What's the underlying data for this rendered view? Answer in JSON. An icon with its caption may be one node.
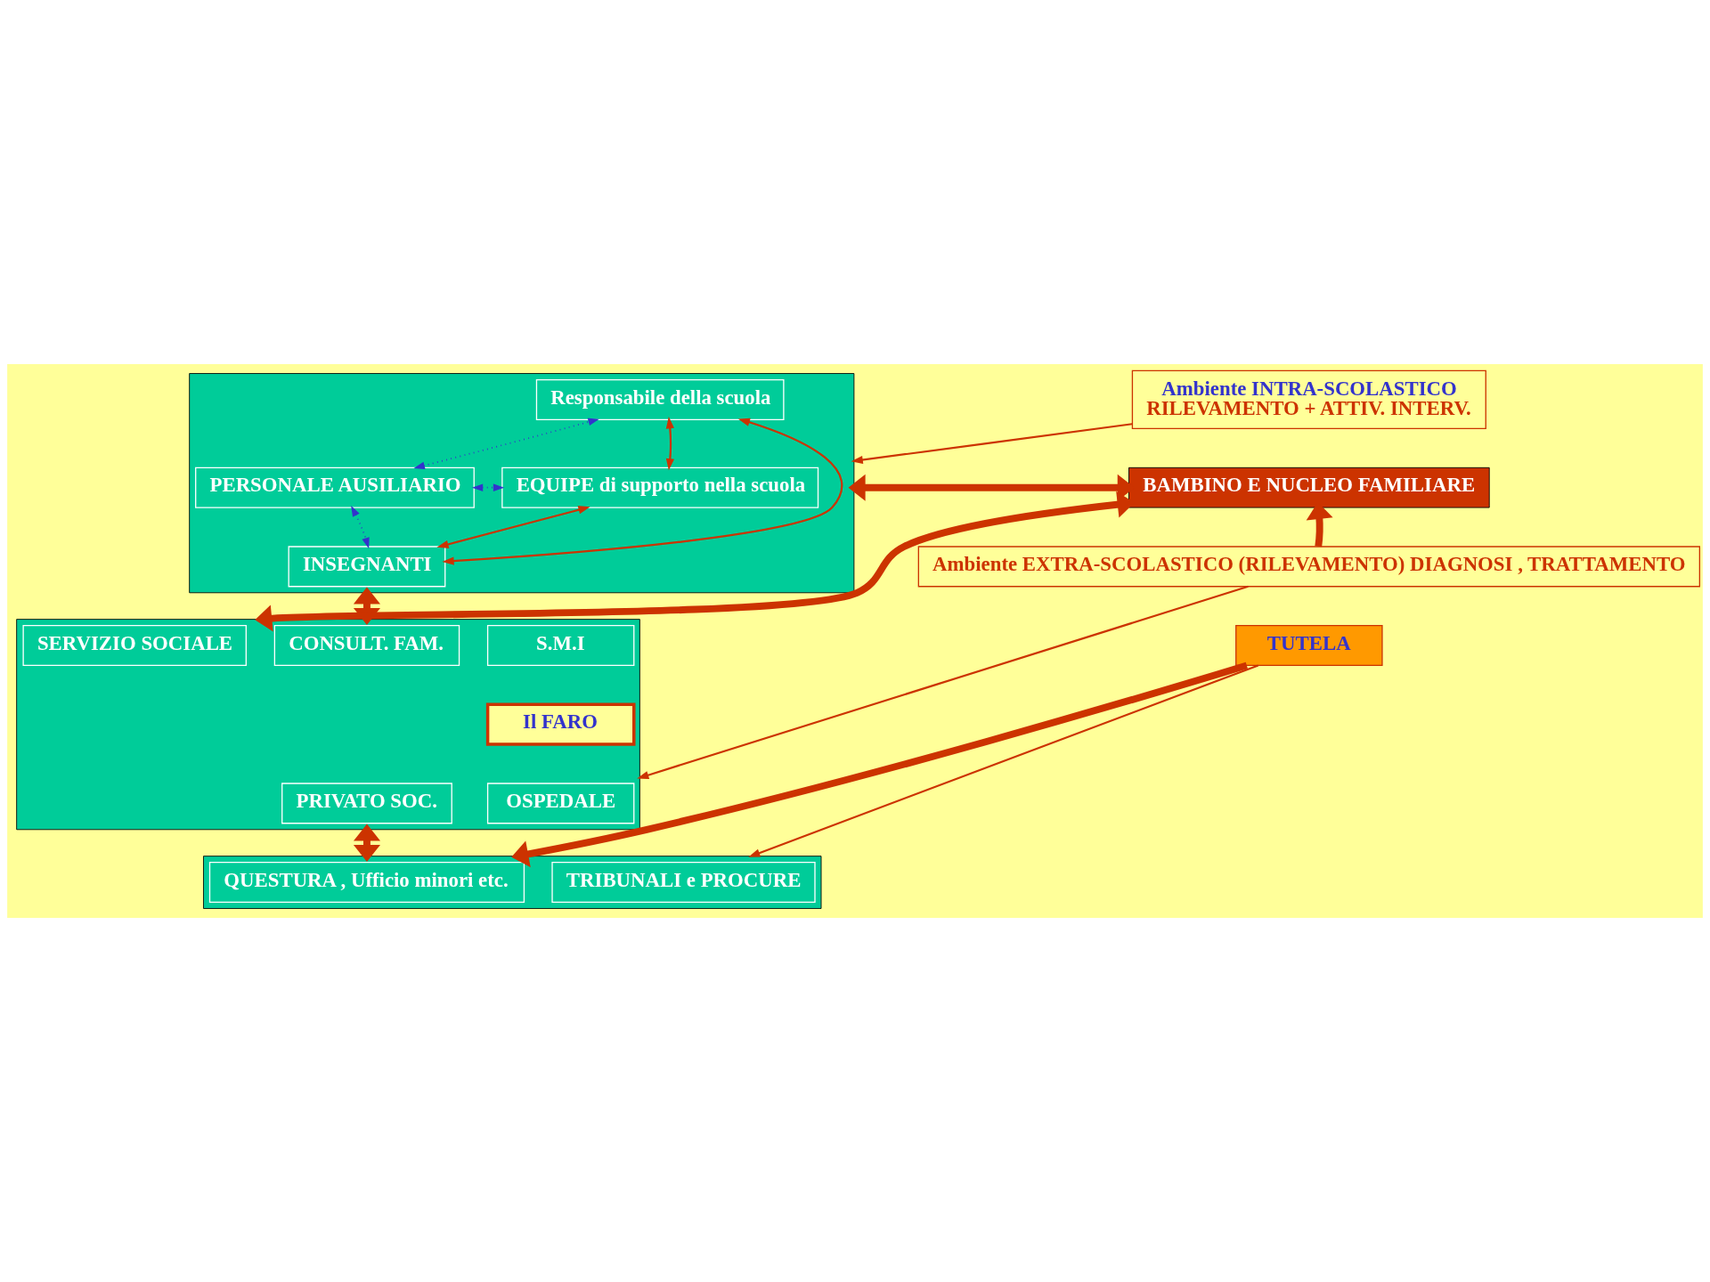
{
  "diagram": {
    "nodes": [
      {
        "text": [],
        "shape": "box"
      },
      {
        "text": [
          "Responsabile della scuola"
        ],
        "in": 0
      },
      {
        "text": [
          "PERSONALE AUSILIARIO"
        ],
        "in": 0
      },
      {
        "text": [
          "EQUIPE di supporto nella scuola"
        ],
        "in": 0
      },
      {
        "text": [
          "INSEGNANTI"
        ],
        "in": 0
      },
      {
        "text": [
          "Ambiente INTRA-SCOLASTICO",
          "RILEVAMENTO + ATTIV. INTERV."
        ]
      },
      {
        "text": [
          "BAMBINO E NUCLEO FAMILIARE"
        ]
      },
      {
        "text": [],
        "shape": "box"
      },
      {
        "text": [
          "S.M.I"
        ],
        "in": 7
      },
      {
        "text": [
          "CONSULT. FAM."
        ],
        "in": 7
      },
      {
        "text": [
          "SERVIZIO SOCIALE"
        ],
        "in": 7
      },
      {
        "text": [
          "Il FARO"
        ],
        "in": 7
      },
      {
        "text": [
          "OSPEDALE"
        ],
        "in": 7
      },
      {
        "text": [
          "PRIVATO SOC."
        ],
        "in": 7
      },
      {
        "text": [
          "Ambiente EXTRA-SCOLASTICO (RILEVAMENTO) DIAGNOSI , TRATTAMENTO"
        ]
      },
      {
        "text": [],
        "shape": "box"
      },
      {
        "text": [
          "TRIBUNALI e PROCURE"
        ],
        "in": 15
      },
      {
        "text": [
          "QUESTURA , Ufficio minori etc."
        ],
        "in": 15
      },
      {
        "text": [
          "TUTELA"
        ]
      }
    ],
    "edges": [
      {
        "from": 2,
        "to": 1,
        "arrow": "both",
        "style": "dashed",
        "color": "#3333cc"
      },
      {
        "from": 1,
        "to": 3,
        "arrow": "both"
      },
      {
        "from": 1,
        "to": 4,
        "arrow": "both"
      },
      {
        "from": 2,
        "to": 3,
        "arrow": "both",
        "style": "dashed",
        "color": "#3333cc"
      },
      {
        "from": 2,
        "to": 4,
        "arrow": "both",
        "style": "dashed",
        "color": "#3333cc"
      },
      {
        "from": 4,
        "to": 3,
        "arrow": "both"
      },
      {
        "from": 5,
        "to": 0,
        "arrow": "to"
      },
      {
        "from": 6,
        "to": 0,
        "arrow": "both",
        "style": "thick"
      },
      {
        "from": 0,
        "to": 7,
        "arrow": "both",
        "style": "thick"
      },
      {
        "from": 6,
        "to": 7,
        "arrow": "both",
        "style": "thick"
      },
      {
        "from": 14,
        "to": 6,
        "arrow": "to",
        "style": "thick"
      },
      {
        "from": 14,
        "to": 7,
        "arrow": "to"
      },
      {
        "from": 7,
        "to": 15,
        "arrow": "both",
        "style": "thick"
      },
      {
        "from": 18,
        "to": 15,
        "arrow": "to"
      },
      {
        "from": 18,
        "to": 15,
        "arrow": "to",
        "style": "thick"
      }
    ]
  }
}
